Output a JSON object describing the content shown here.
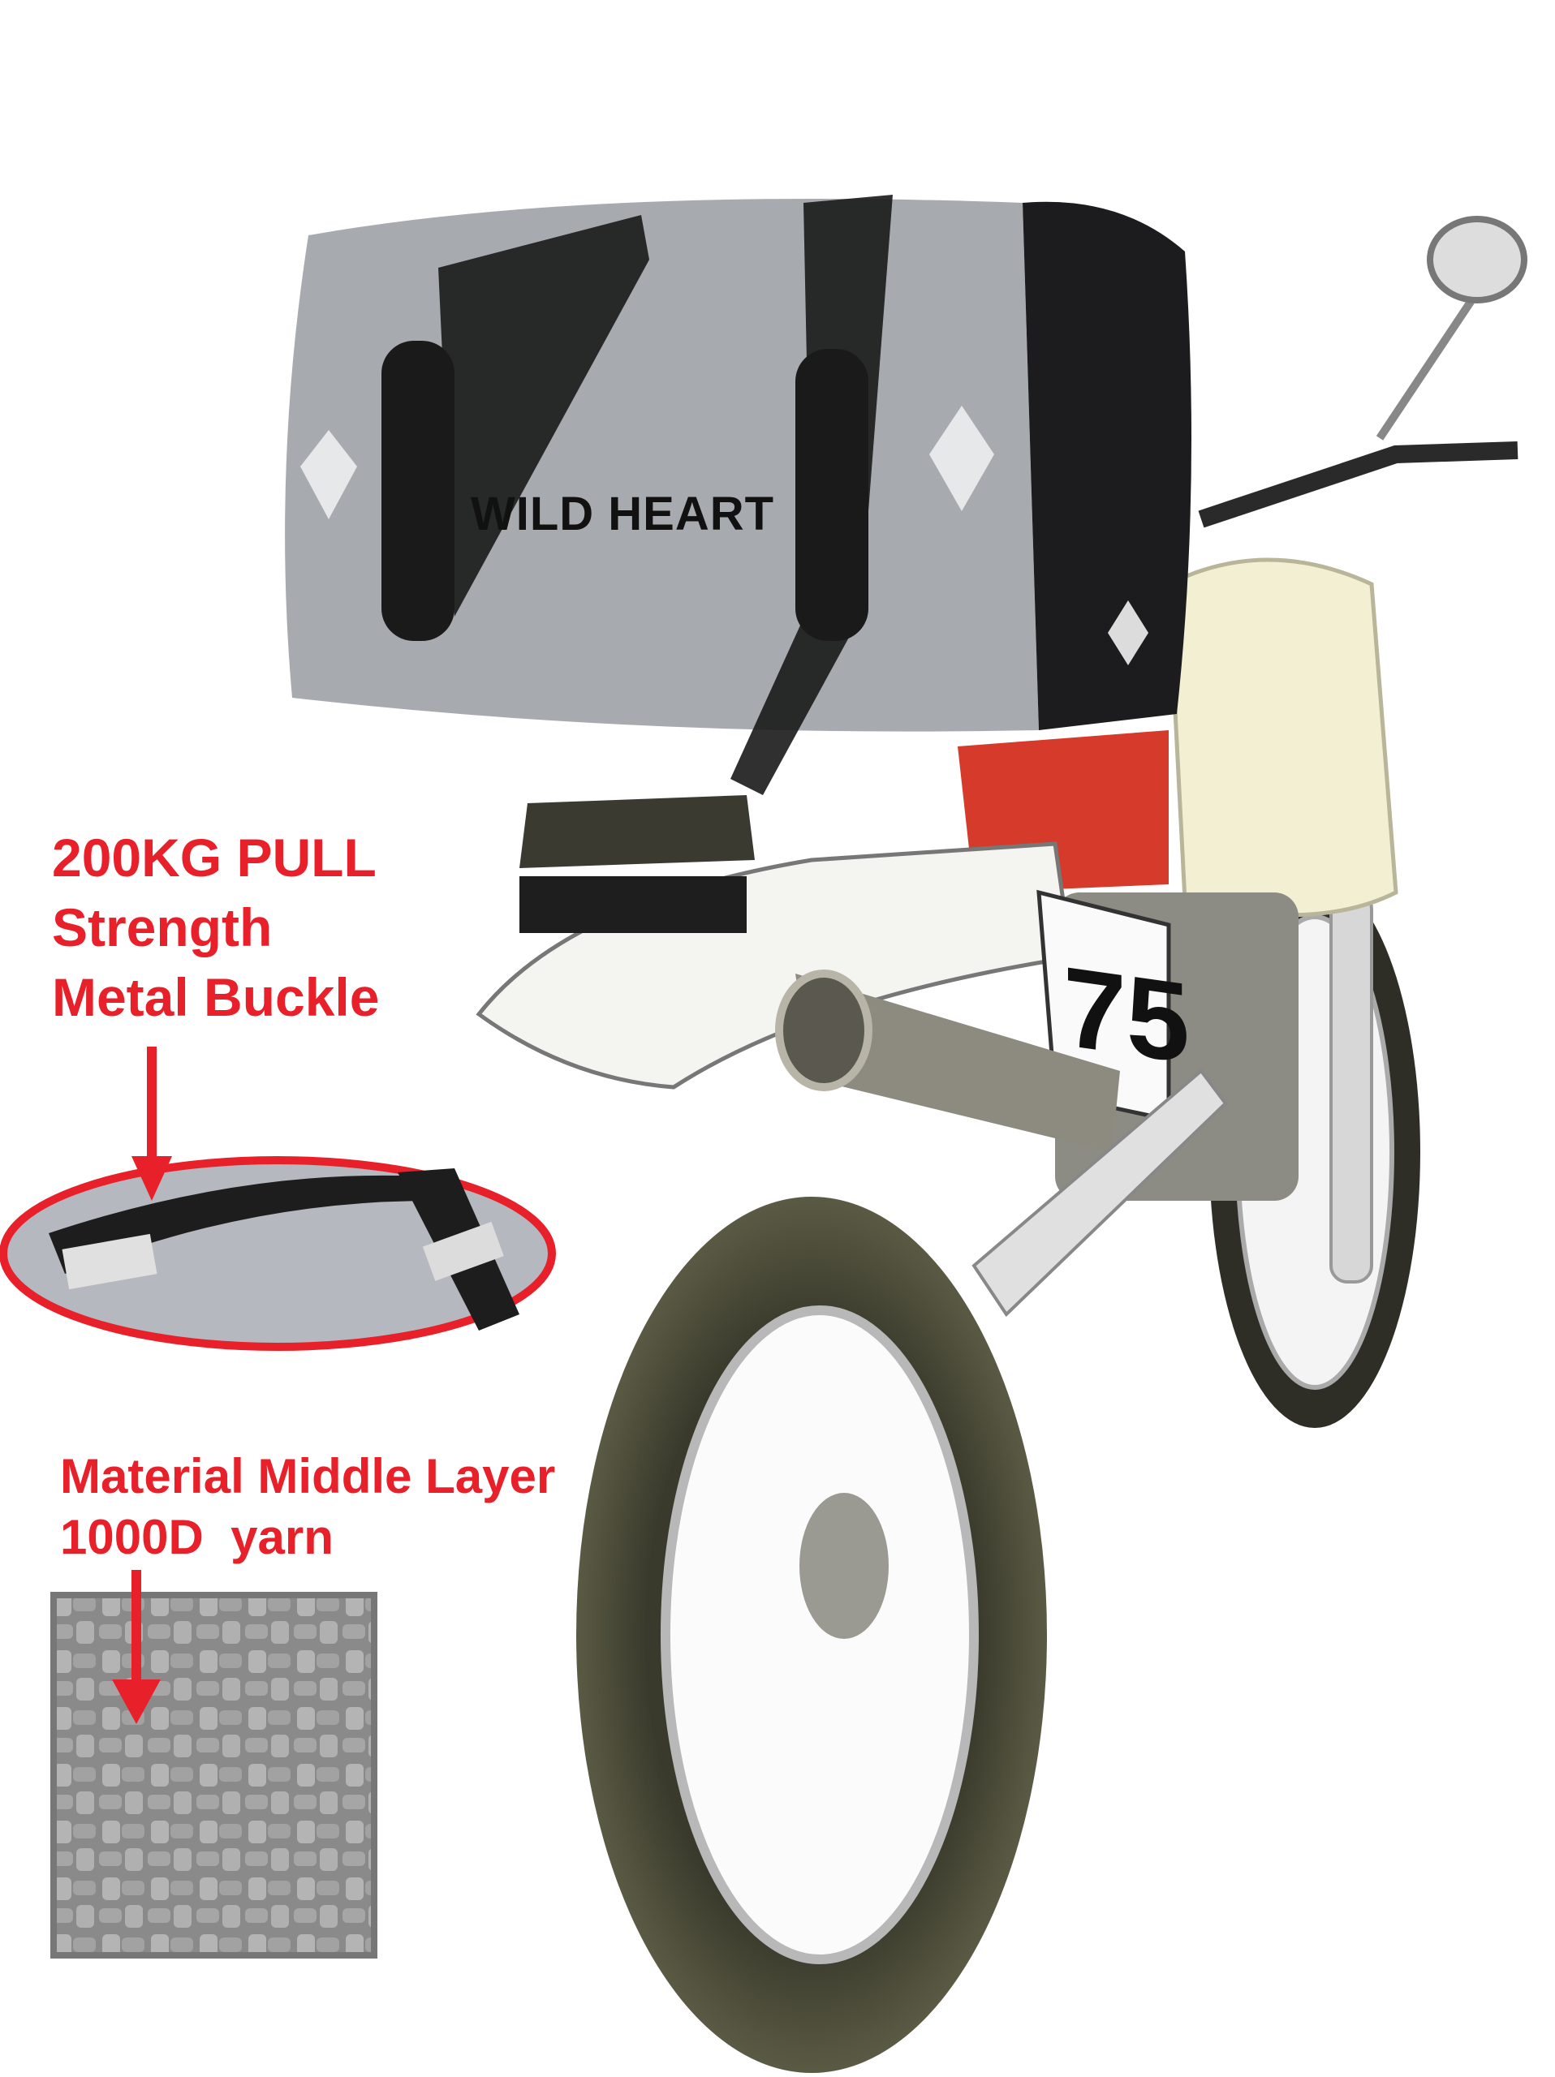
{
  "product": {
    "brand_logo": "WILD HEART",
    "race_number": "75"
  },
  "callouts": {
    "buckle": {
      "lines": [
        "200KG PULL",
        "Strength",
        "Metal Buckle"
      ]
    },
    "material": {
      "lines": [
        "Material Middle Layer",
        "1000D  yarn"
      ]
    }
  },
  "colors": {
    "callout_red": "#e8202a",
    "bag_gray": "#a7abb0",
    "bag_black": "#1c1c1e"
  }
}
